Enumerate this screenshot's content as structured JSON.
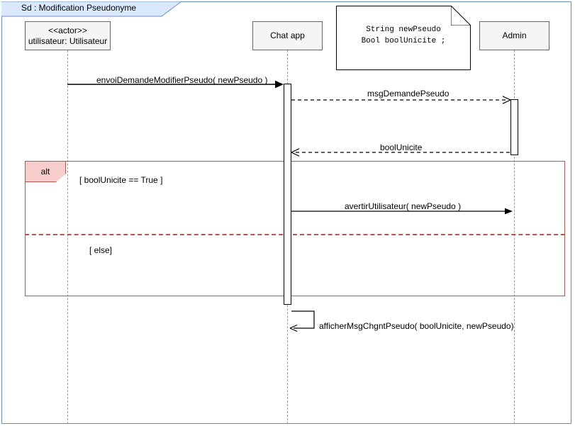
{
  "frame": {
    "title": "Sd :  Modification Pseudonyme",
    "border_color": "#6c8ebf",
    "tab_fill": "#dae8fc"
  },
  "lifelines": [
    {
      "id": "actor",
      "stereotype": "<<actor>>",
      "name": "utilisateur: Utilisateur"
    },
    {
      "id": "chat",
      "stereotype": "",
      "name": "Chat app"
    },
    {
      "id": "admin",
      "stereotype": "",
      "name": "Admin"
    }
  ],
  "note": {
    "line1": "String newPseudo",
    "line2": "Bool boolUnicite ;"
  },
  "messages": [
    {
      "id": "m1",
      "label": "envoiDemandeModifierPseudo( newPseudo )",
      "from": "actor",
      "to": "chat",
      "style": "solid",
      "arrow": "filled"
    },
    {
      "id": "m2",
      "label": "msgDemandePseudo",
      "from": "chat",
      "to": "admin",
      "style": "dashed",
      "arrow": "open"
    },
    {
      "id": "m3",
      "label": "boolUnicite",
      "from": "admin",
      "to": "chat",
      "style": "dashed",
      "arrow": "open"
    },
    {
      "id": "m4",
      "label": "avertirUtilisateur( newPseudo )",
      "from": "chat",
      "to": "admin",
      "style": "solid",
      "arrow": "filled"
    },
    {
      "id": "m5",
      "label": "afficherMsgChgntPseudo( boolUnicite, newPseudo)",
      "from": "chat",
      "to": "chat",
      "style": "solid",
      "arrow": "open-self"
    }
  ],
  "fragment": {
    "operator": "alt",
    "guard_true": "[ boolUnicite == True ]",
    "guard_else": "[ else]",
    "border_color": "#b85450",
    "tag_fill": "#f8cecc"
  }
}
